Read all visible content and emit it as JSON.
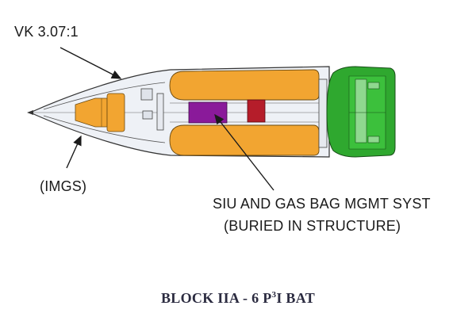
{
  "labels": {
    "ratio": "VK 3.07:1",
    "imgs": "(IMGS)",
    "siu_line1": "SIU AND GAS BAG MGMT SYST",
    "siu_line2": "(BURIED IN STRUCTURE)"
  },
  "title": {
    "prefix": "BLOCK IIA - 6 P",
    "superscript": "3",
    "suffix": "I BAT"
  },
  "colors": {
    "orange": "#f2a531",
    "green": "#2fa82f",
    "purple": "#8a1a9a",
    "red": "#b51d2a",
    "outline": "#333333",
    "hull": "#eef1f6"
  }
}
